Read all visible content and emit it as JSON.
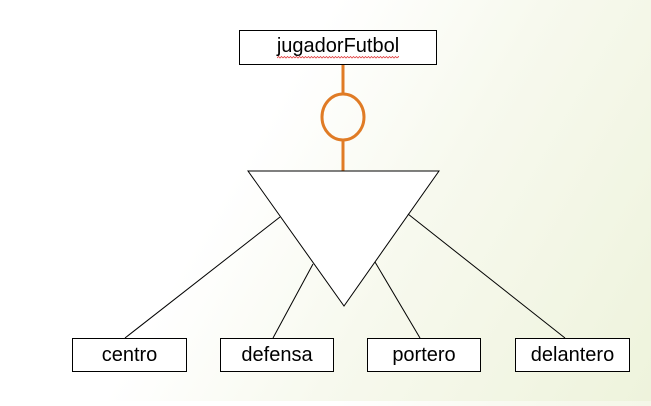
{
  "superclass": {
    "name": "jugadorFutbol"
  },
  "subclasses": [
    {
      "name": "centro"
    },
    {
      "name": "defensa"
    },
    {
      "name": "portero"
    },
    {
      "name": "delantero"
    }
  ],
  "colors": {
    "connector": "#e07b25",
    "lines": "#000000",
    "background_tint": "#eef3dc"
  }
}
